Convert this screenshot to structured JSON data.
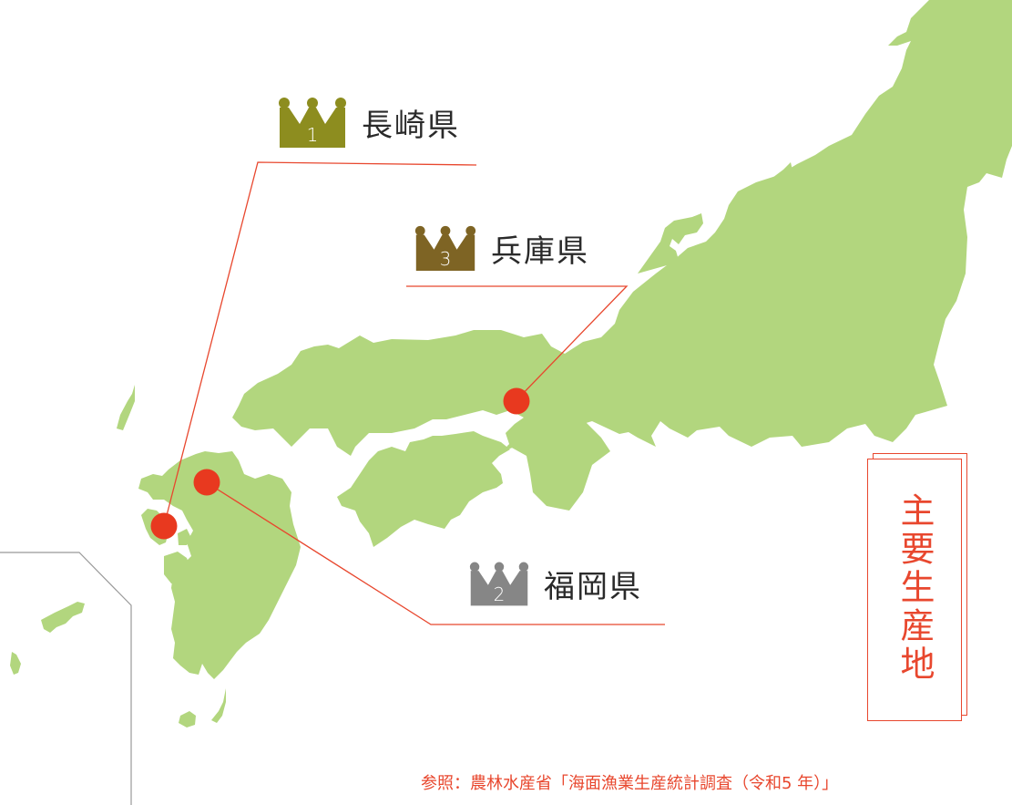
{
  "title": "主要生産地",
  "colors": {
    "land": "#b2d67e",
    "marker": "#e8391f",
    "leader_line": "#e8472e",
    "rank1_crown": "#8d8d1f",
    "rank2_crown": "#868686",
    "rank3_crown": "#7e6424",
    "inset_border": "#999999"
  },
  "rankings": [
    {
      "rank": "1",
      "prefecture": "長崎県",
      "icon": "crown-icon"
    },
    {
      "rank": "2",
      "prefecture": "福岡県",
      "icon": "crown-icon"
    },
    {
      "rank": "3",
      "prefecture": "兵庫県",
      "icon": "crown-icon"
    }
  ],
  "source": "参照：農林水産省「海面漁業生産統計調査（令和5 年）」"
}
